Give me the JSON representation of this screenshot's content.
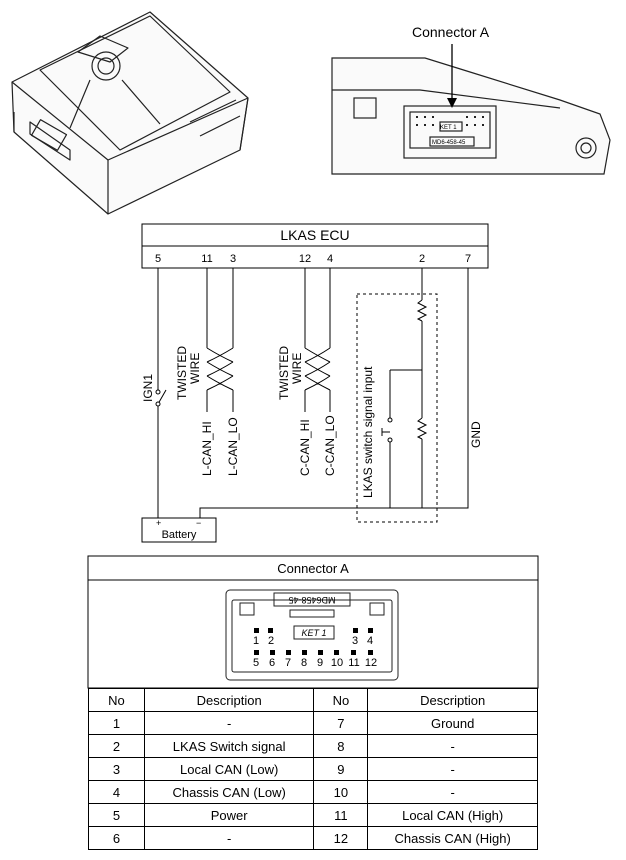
{
  "top": {
    "connector_a_label": "Connector A",
    "connector_code_small": "KET 1",
    "connector_part_small": "MD6-458-45"
  },
  "schematic": {
    "ecu_title": "LKAS ECU",
    "pins": [
      "5",
      "11",
      "3",
      "12",
      "4",
      "2",
      "7"
    ],
    "twisted_wire": [
      "TWISTED",
      "WIRE"
    ],
    "ign1": "IGN1",
    "l_can_hi": "L-CAN_HI",
    "l_can_lo": "L-CAN_LO",
    "c_can_hi": "C-CAN_HI",
    "c_can_lo": "C-CAN_LO",
    "switch_input": "LKAS switch signal input",
    "gnd": "GND",
    "battery": "Battery",
    "plus": "+",
    "minus": "−"
  },
  "connector_box": {
    "title": "Connector A",
    "part_no": "MD6458-45",
    "ket": "KET 1",
    "top_pins": [
      "1",
      "2",
      "3",
      "4"
    ],
    "bottom_pins": [
      "5",
      "6",
      "7",
      "8",
      "9",
      "10",
      "11",
      "12"
    ]
  },
  "table": {
    "headers": [
      "No",
      "Description",
      "No",
      "Description"
    ],
    "rows": [
      [
        "1",
        "-",
        "7",
        "Ground"
      ],
      [
        "2",
        "LKAS Switch signal",
        "8",
        "-"
      ],
      [
        "3",
        "Local CAN (Low)",
        "9",
        "-"
      ],
      [
        "4",
        "Chassis CAN (Low)",
        "10",
        "-"
      ],
      [
        "5",
        "Power",
        "11",
        "Local CAN (High)"
      ],
      [
        "6",
        "-",
        "12",
        "Chassis CAN (High)"
      ]
    ]
  }
}
